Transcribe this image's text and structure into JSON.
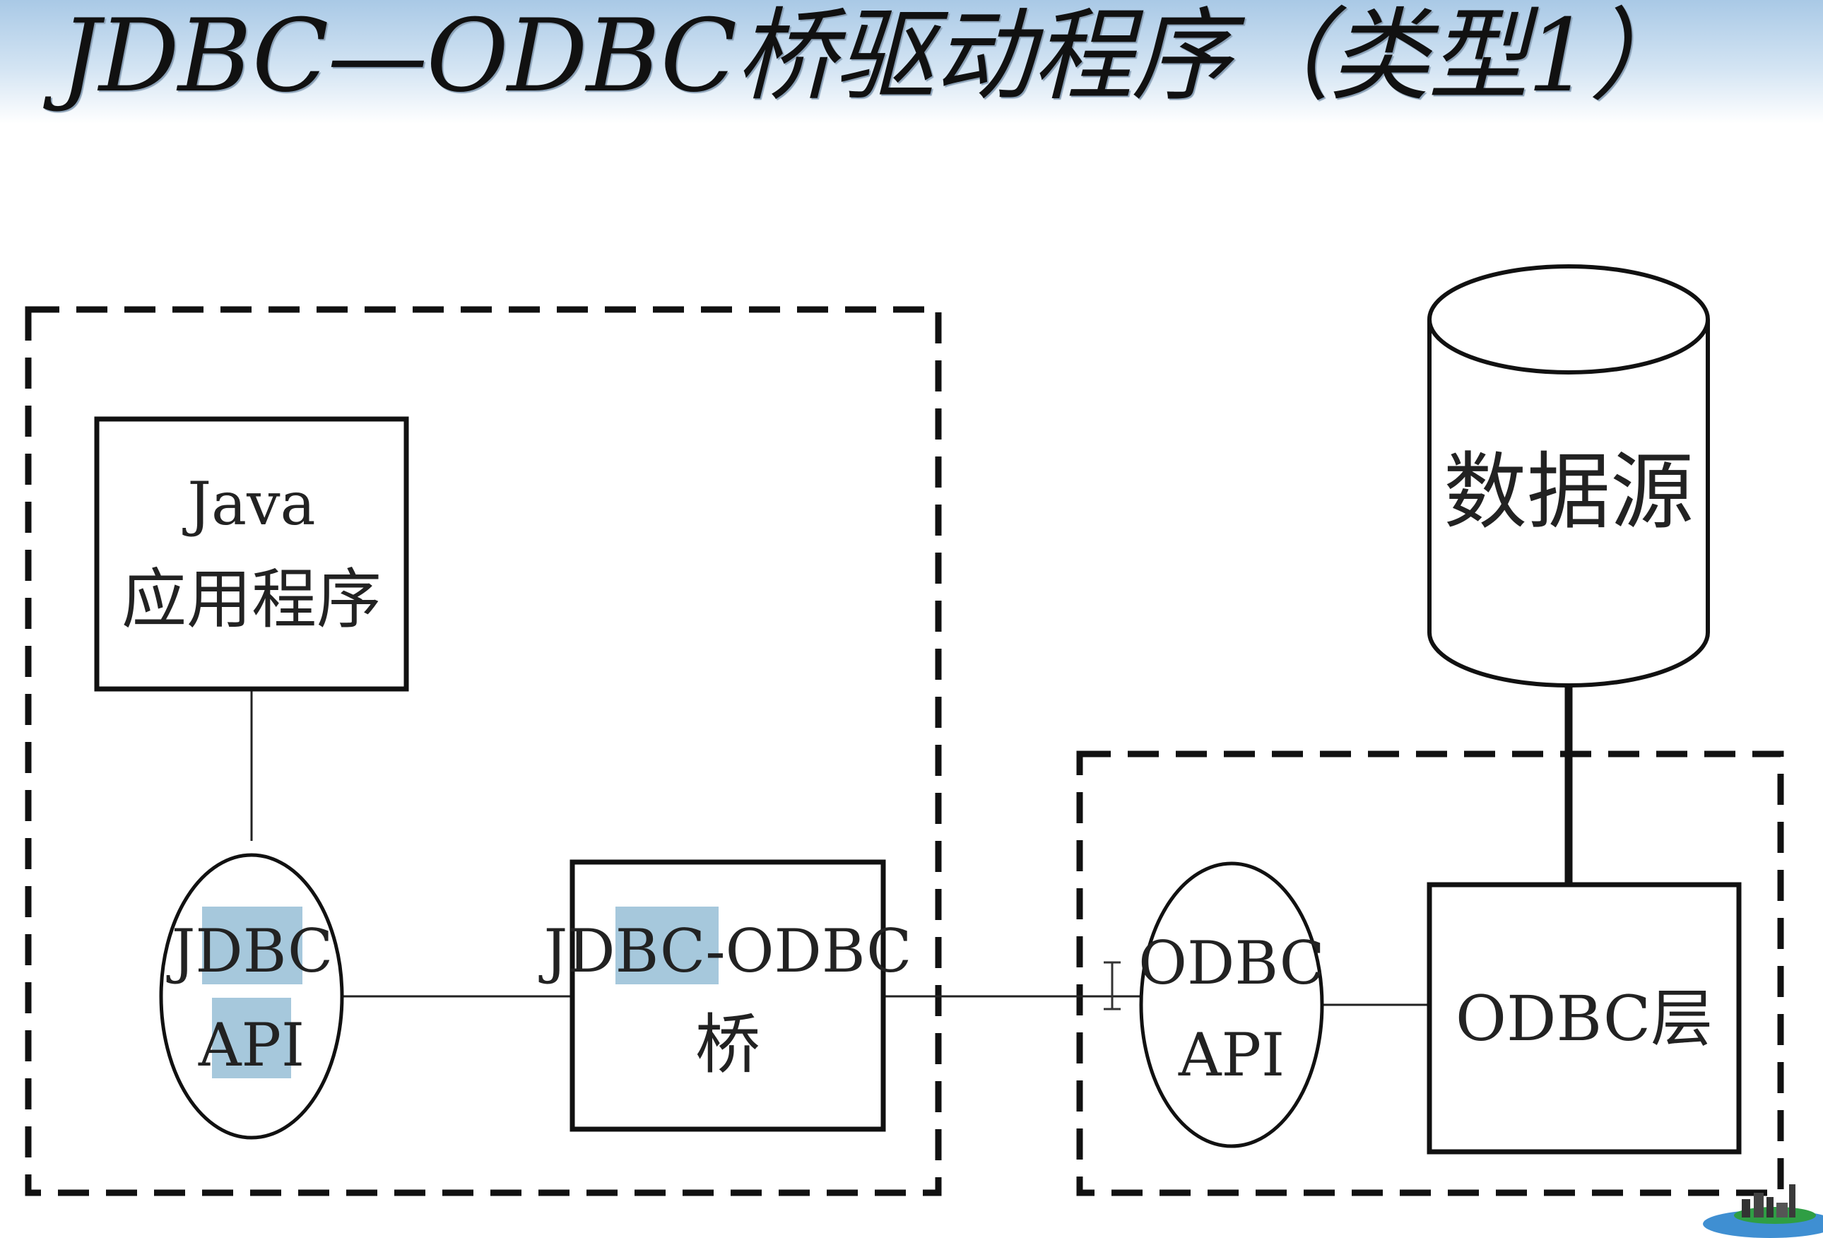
{
  "title": "JDBC—ODBC桥驱动程序（类型1）",
  "nodes": {
    "java_app": {
      "line1": "Java",
      "line2": "应用程序"
    },
    "jdbc_api": {
      "line1": "JDBC",
      "line2": "API"
    },
    "bridge": {
      "line1_hl": "JDBC",
      "line1_rest": "-ODBC",
      "line2": "桥"
    },
    "odbc_api": {
      "line1": "ODBC",
      "line2": "API"
    },
    "odbc_layer": {
      "label": "ODBC层"
    },
    "data_source": {
      "label": "数据源"
    }
  },
  "colors": {
    "title_band_top": "#a9c9e6",
    "selection_highlight": "#a6c8dc",
    "stroke": "#111111"
  }
}
